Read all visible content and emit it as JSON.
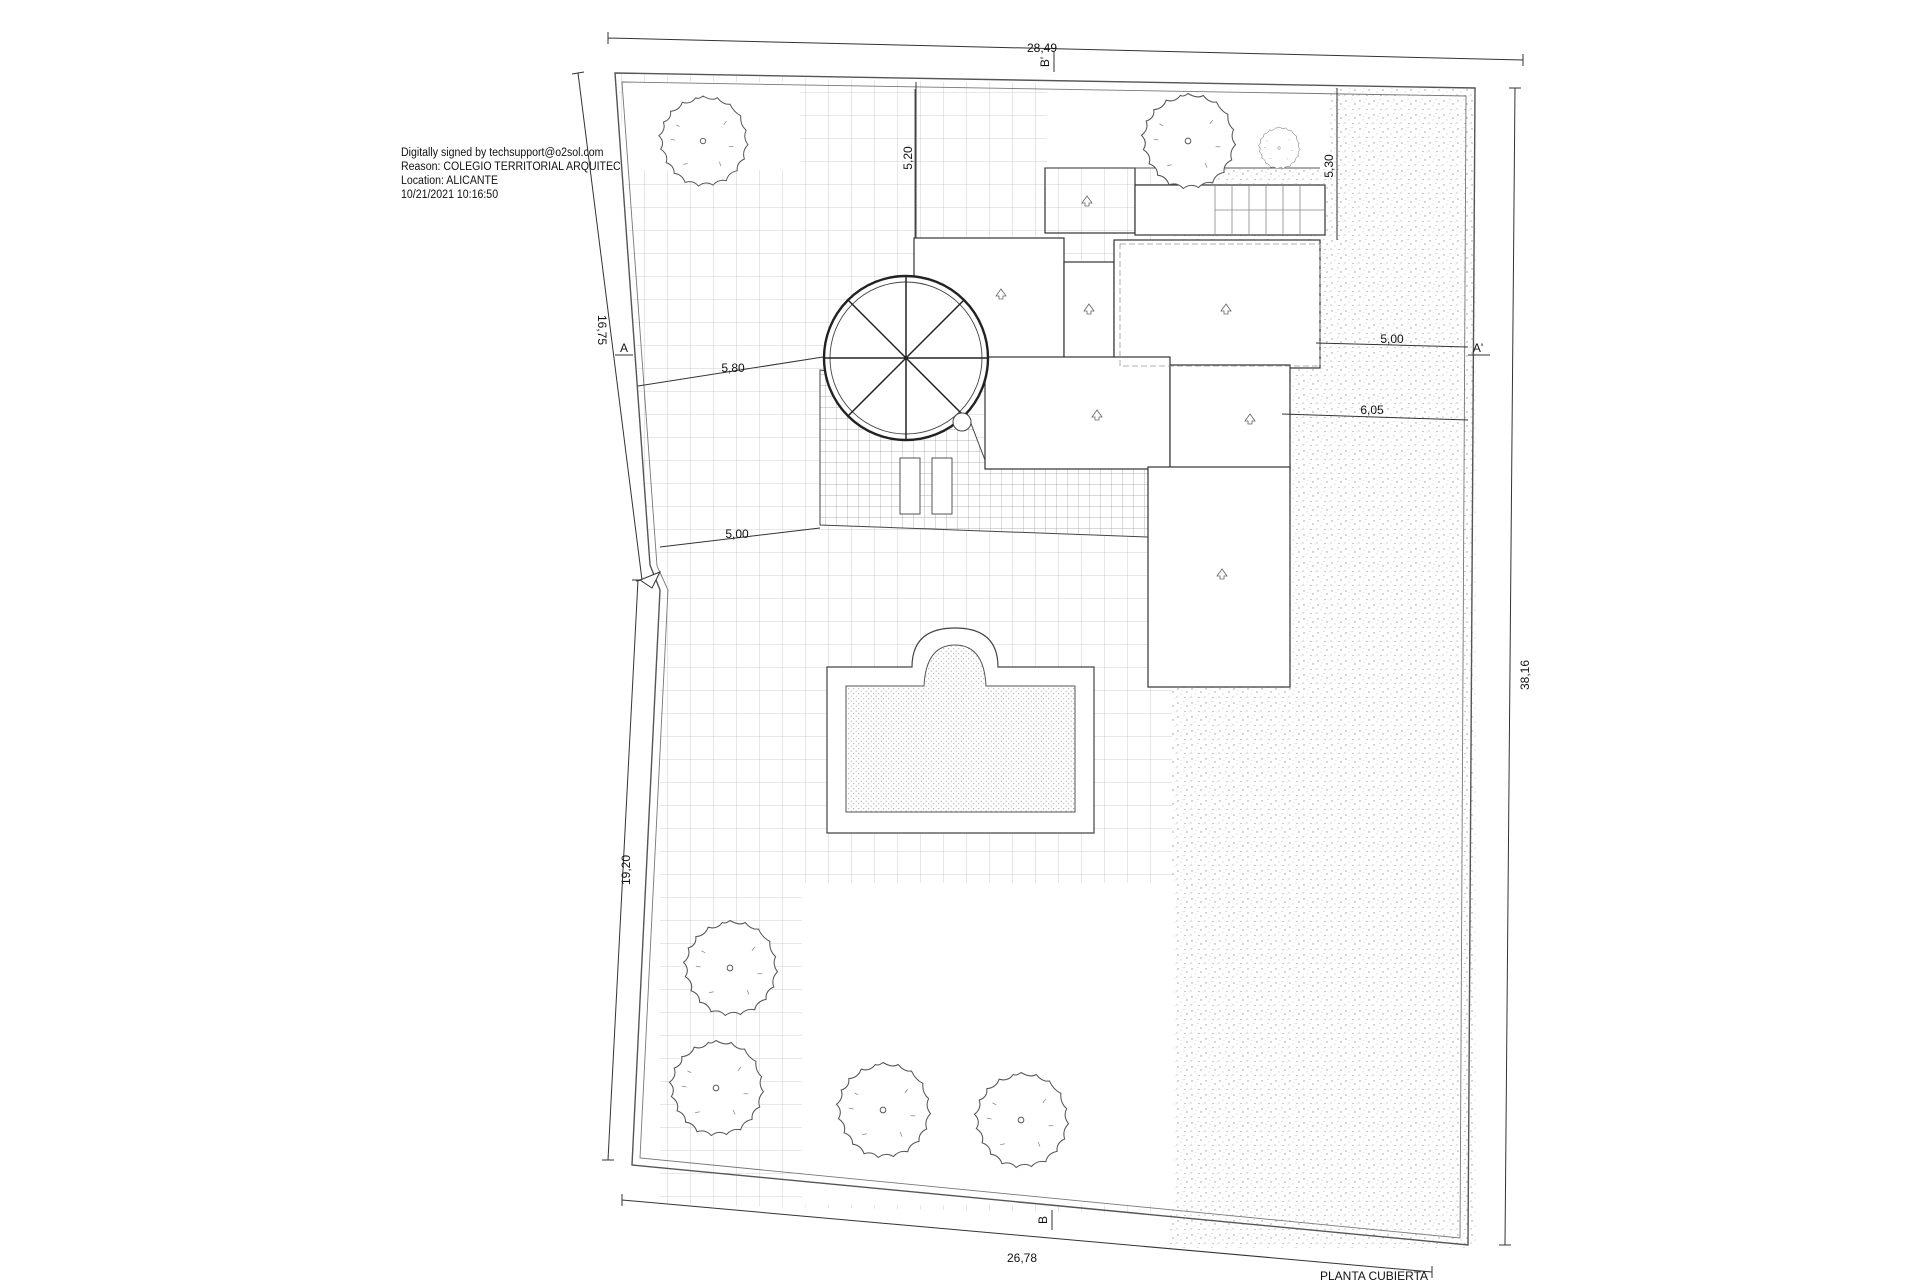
{
  "signature": {
    "line1": "Digitally signed by techsupport@o2sol.com",
    "line2": "Reason: COLEGIO TERRITORIAL ARQUITECTOS ALICANTE",
    "line3": "Location: ALICANTE",
    "line4": "10/21/2021 10:16:50"
  },
  "dimensions": {
    "top_width": "28,49",
    "bottom_width": "26,78",
    "right_height": "38,16",
    "left_upper": "16,75",
    "left_lower": "19,20",
    "gazebo_to_left": "5,80",
    "terrace_to_left": "5,00",
    "house_to_top": "5,20",
    "house_right_top": "5,30",
    "house_to_right_a": "5,00",
    "house_to_right_b": "6,05"
  },
  "section_marks": {
    "a": "A",
    "a_prime": "A'",
    "b": "B",
    "b_prime": "B'"
  },
  "plan_title": "PLANTA CUBIERTA"
}
